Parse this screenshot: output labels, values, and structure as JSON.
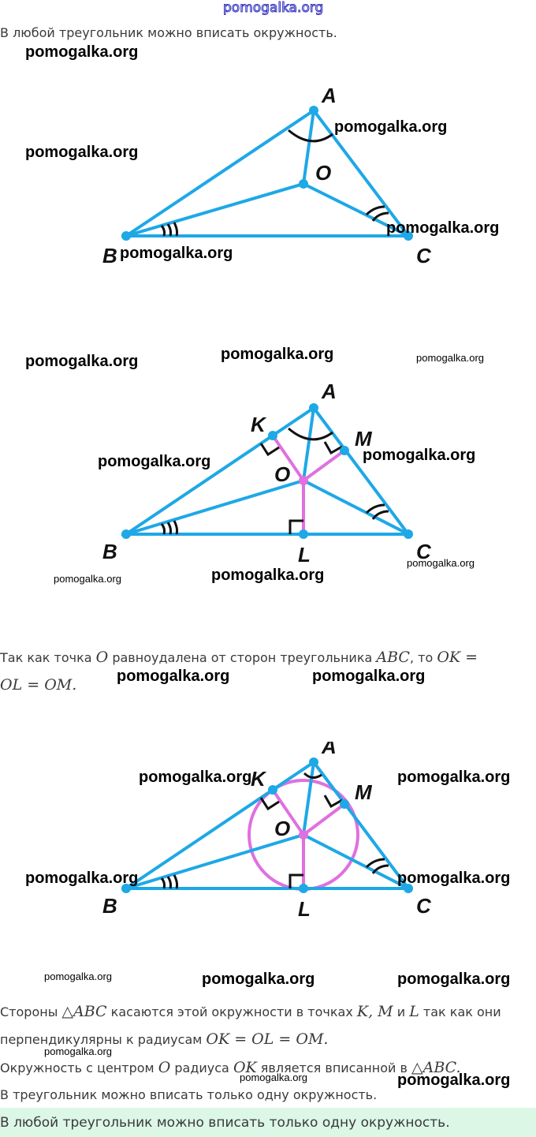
{
  "header_watermark": "pomogalka.org",
  "intro": "В любой треугольник можно вписать окружность.",
  "diagram_labels": {
    "A": "A",
    "B": "B",
    "C": "C",
    "O": "O",
    "K": "K",
    "M": "M",
    "L": "L"
  },
  "colors": {
    "triangle": "#1ea8e6",
    "radius": "#e070e0",
    "note_bg": "#dcf7e6"
  },
  "para1": {
    "t1": "Так как точка ",
    "m1": "O",
    "t2": " равноудалена от сторон треугольника ",
    "m2": "ABC",
    "t3": ", то ",
    "m3": "OK =",
    "m4": "OL = OM."
  },
  "para2": {
    "t1": "Стороны ",
    "m1": "△ABC",
    "t2": " касаются этой окружности в точках ",
    "m2": "K, M",
    "t3": " и ",
    "m3": "L",
    "t4": " так как они",
    "t5": "перпендикулярны к радиусам ",
    "m4": "OK = OL = OM."
  },
  "para3": {
    "t1": "Окружность с центром ",
    "m1": "O",
    "t2": " радиуса ",
    "m2": "OK",
    "t3": " является вписанной в ",
    "m3": "△ABC."
  },
  "para4": "В треугольник можно вписать только одну окружность.",
  "note": "В любой треугольник можно вписать только одну окружность.",
  "watermark": "pomogalka.org"
}
